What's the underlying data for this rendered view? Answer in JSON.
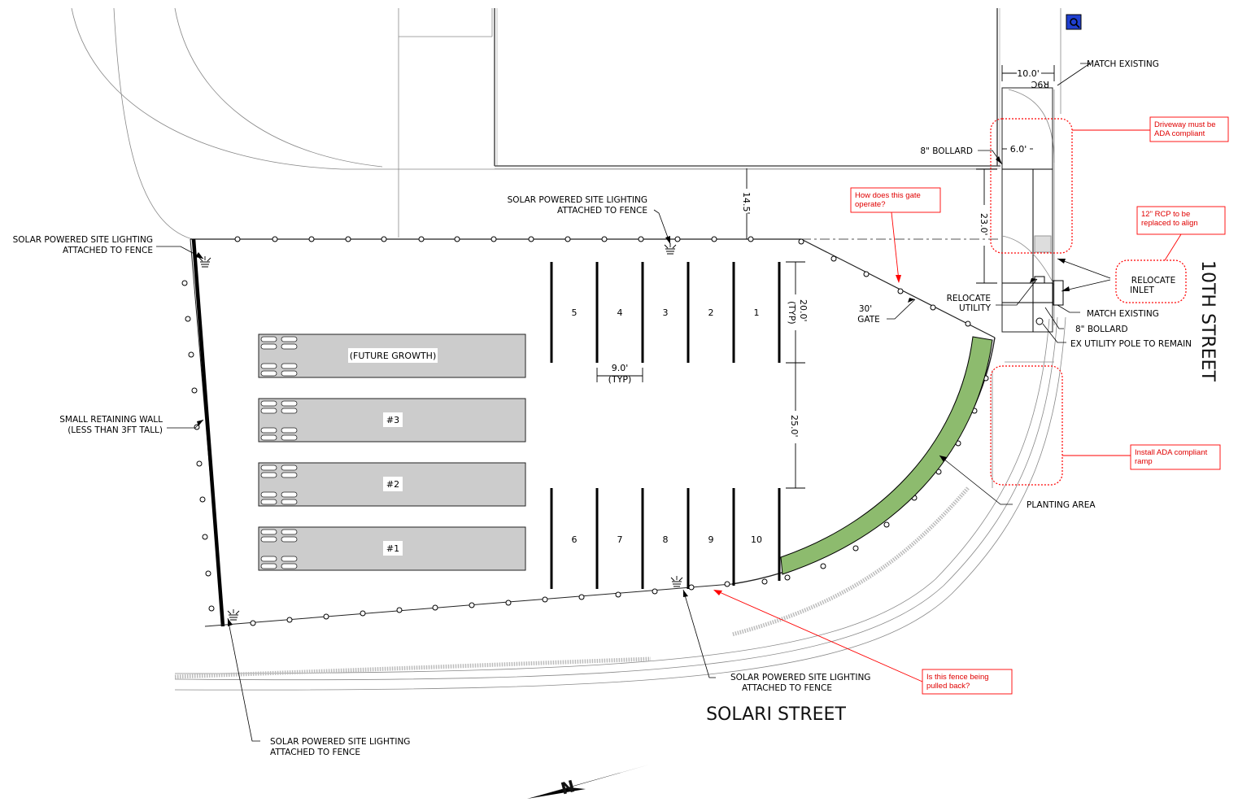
{
  "streets": {
    "solari": "SOLARI STREET",
    "tenth": "10TH STREET"
  },
  "pads": [
    {
      "label": "(FUTURE GROWTH)"
    },
    {
      "label": "#3"
    },
    {
      "label": "#2"
    },
    {
      "label": "#1"
    }
  ],
  "stalls_top": [
    "5",
    "4",
    "3",
    "2",
    "1"
  ],
  "stalls_bottom": [
    "6",
    "7",
    "8",
    "9",
    "10"
  ],
  "dims": {
    "d_10": "10.0'",
    "d_6": "6.0'",
    "d_14": "14.5'",
    "d_23": "23.0'",
    "d_20": "20.0'",
    "d_20_typ": "(TYP)",
    "d_9": "9.0'",
    "d_9_typ": "(TYP)",
    "d_25": "25.0'",
    "r9c": "R9C"
  },
  "labels": {
    "light_left_1": "SOLAR POWERED SITE LIGHTING",
    "light_left_2": "ATTACHED TO FENCE",
    "light_top_1": "SOLAR POWERED SITE LIGHTING",
    "light_top_2": "ATTACHED TO FENCE",
    "light_bottom_mid_1": "SOLAR POWERED SITE LIGHTING",
    "light_bottom_mid_2": "ATTACHED TO FENCE",
    "light_bottom_left_1": "SOLAR POWERED SITE LIGHTING",
    "light_bottom_left_2": "ATTACHED TO FENCE",
    "wall_1": "SMALL RETAINING WALL",
    "wall_2": "(LESS THAN 3FT TALL)",
    "gate_1": "30'",
    "gate_2": "GATE",
    "match_top": "MATCH EXISTING",
    "match_mid": "MATCH EXISTING",
    "bollard_top": "8\" BOLLARD",
    "bollard_bottom": "8\" BOLLARD",
    "relocate_util_1": "RELOCATE",
    "relocate_util_2": "UTILITY",
    "relocate_inlet_1": "RELOCATE",
    "relocate_inlet_2": "INLET",
    "ex_pole": "EX UTILITY POLE TO REMAIN",
    "planting": "PLANTING AREA"
  },
  "comments": {
    "driveway_1": "Driveway must be",
    "driveway_2": "ADA compliant",
    "gate_1": "How does this gate",
    "gate_2": "operate?",
    "rcp_1": "12\" RCP to be",
    "rcp_2": "replaced to align",
    "ramp_1": "Install ADA compliant",
    "ramp_2": "ramp",
    "fence_1": "Is this fence being",
    "fence_2": "pulled back?"
  },
  "north_arrow": "N",
  "colors": {
    "pad_fill": "#cccccc",
    "planting_fill": "#8dbb6e",
    "markup": "#ff0000",
    "badge": "#1f3fd0"
  }
}
